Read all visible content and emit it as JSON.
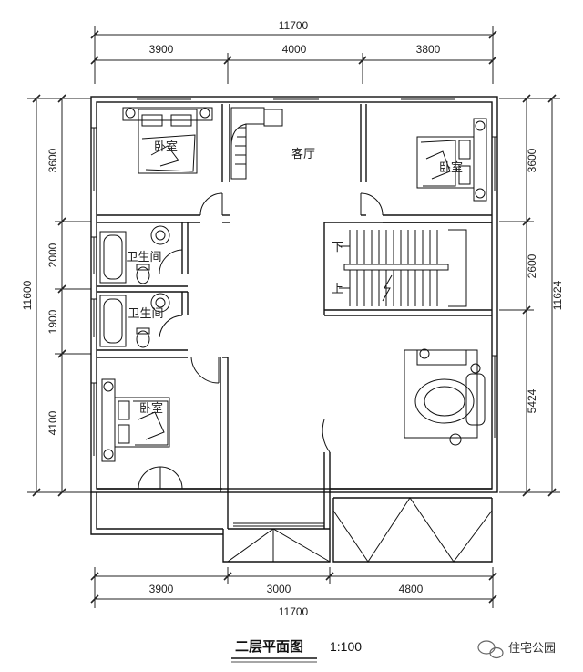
{
  "dimensions": {
    "top_total": "11700",
    "top_segments": [
      "3900",
      "4000",
      "3800"
    ],
    "bottom_segments": [
      "3900",
      "3000",
      "4800"
    ],
    "bottom_total": "11700",
    "left_total": "11600",
    "left_segments": [
      "3600",
      "2000",
      "1900",
      "4100"
    ],
    "right_total": "11624",
    "right_segments": [
      "3600",
      "2600",
      "5424"
    ]
  },
  "rooms": {
    "bedroom_top_left": "卧室",
    "living_room": "客厅",
    "bedroom_top_right": "卧室",
    "bathroom_1": "卫生间",
    "bathroom_2": "卫生间",
    "bedroom_bottom_left": "卧室"
  },
  "stair": {
    "down": "下",
    "up": "上"
  },
  "caption": {
    "title": "二层平面图",
    "scale": "1:100"
  },
  "watermark": "住宅公园"
}
